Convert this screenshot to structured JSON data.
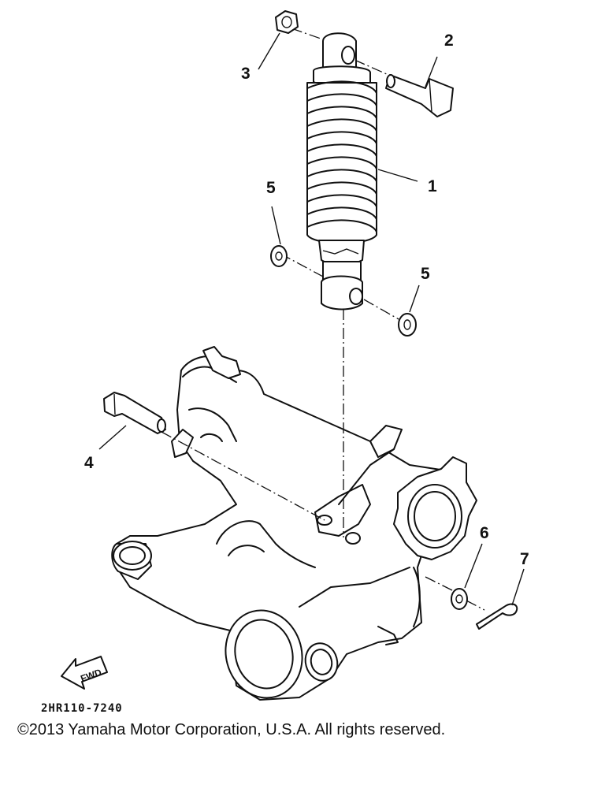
{
  "callouts": {
    "p1": "1",
    "p2": "2",
    "p3": "3",
    "p4": "4",
    "p5a": "5",
    "p5b": "5",
    "p6": "6",
    "p7": "7"
  },
  "diagram_code": "2HR110-7240",
  "fwd_label": "FWD",
  "copyright": "©2013 Yamaha Motor Corporation, U.S.A. All rights reserved."
}
